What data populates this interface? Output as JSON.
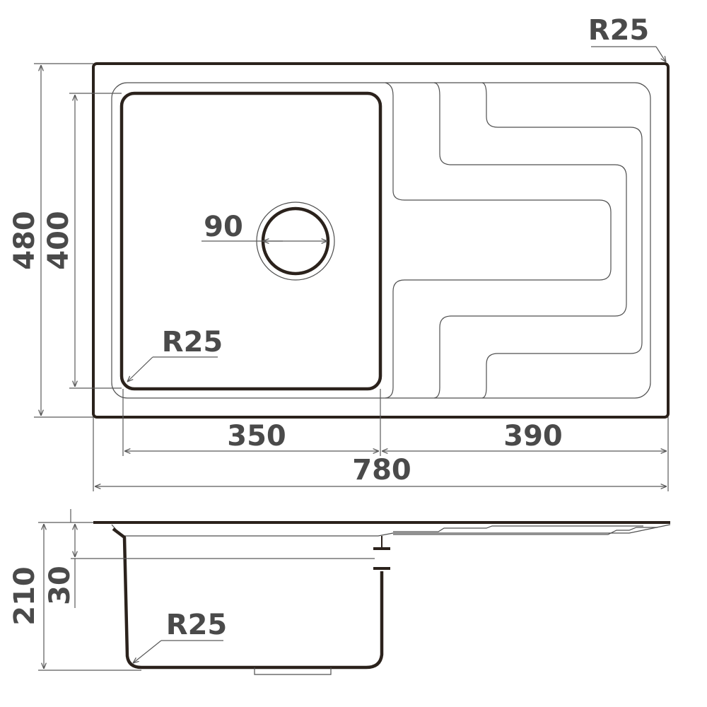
{
  "diagram": {
    "colors": {
      "outline": "#2b221c",
      "dimension_text": "#4a4a4a",
      "lines": "#5a5a5a"
    },
    "top_view": {
      "corner_radius_label": "R25",
      "drain_diameter_label": "90",
      "bowl_radius_label": "R25",
      "overall_depth_label": "480",
      "bowl_depth_label": "400",
      "bowl_width_label": "350",
      "drainer_width_label": "390",
      "overall_width_label": "780"
    },
    "side_view": {
      "height_label": "210",
      "offset_label": "30",
      "bottom_radius_label": "R25"
    }
  }
}
